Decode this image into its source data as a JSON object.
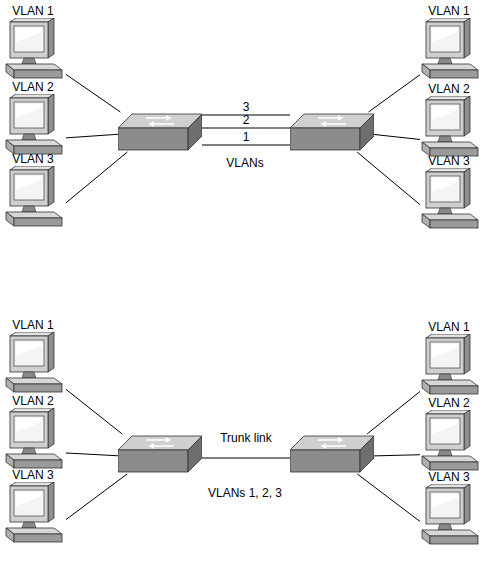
{
  "diagram": {
    "nodes": [
      {
        "text": [
          "VLAN 1"
        ]
      },
      {
        "text": [
          "VLAN 2"
        ]
      },
      {
        "text": [
          "VLAN 3"
        ]
      },
      {
        "text": []
      },
      {
        "text": []
      },
      {
        "text": [
          "VLAN 1"
        ]
      },
      {
        "text": [
          "VLAN 2"
        ]
      },
      {
        "text": [
          "VLAN 3"
        ]
      },
      {
        "text": [
          "VLAN 1"
        ]
      },
      {
        "text": [
          "VLAN 2"
        ]
      },
      {
        "text": [
          "VLAN 3"
        ]
      },
      {
        "text": []
      },
      {
        "text": []
      },
      {
        "text": [
          "VLAN 1"
        ]
      },
      {
        "text": [
          "VLAN 2"
        ]
      },
      {
        "text": [
          "VLAN 3"
        ]
      }
    ],
    "edges": [
      {
        "from": 0,
        "to": 3,
        "arrow": "none"
      },
      {
        "from": 1,
        "to": 3,
        "arrow": "none"
      },
      {
        "from": 2,
        "to": 3,
        "arrow": "none"
      },
      {
        "from": 3,
        "to": 4,
        "label": "3",
        "arrow": "none"
      },
      {
        "from": 3,
        "to": 4,
        "label": "2",
        "arrow": "none"
      },
      {
        "from": 3,
        "to": 4,
        "label": "1",
        "arrow": "none"
      },
      {
        "from": 4,
        "to": 5,
        "arrow": "none"
      },
      {
        "from": 4,
        "to": 6,
        "arrow": "none"
      },
      {
        "from": 4,
        "to": 7,
        "arrow": "none"
      },
      {
        "from": 8,
        "to": 11,
        "arrow": "none"
      },
      {
        "from": 9,
        "to": 11,
        "arrow": "none"
      },
      {
        "from": 10,
        "to": 11,
        "arrow": "none"
      },
      {
        "from": 11,
        "to": 12,
        "label": "Trunk link",
        "arrow": "none"
      },
      {
        "from": 12,
        "to": 13,
        "arrow": "none"
      },
      {
        "from": 12,
        "to": 14,
        "arrow": "none"
      },
      {
        "from": 12,
        "to": 15,
        "arrow": "none"
      }
    ],
    "labels": [
      "VLANs",
      "VLANs 1, 2, 3"
    ]
  }
}
